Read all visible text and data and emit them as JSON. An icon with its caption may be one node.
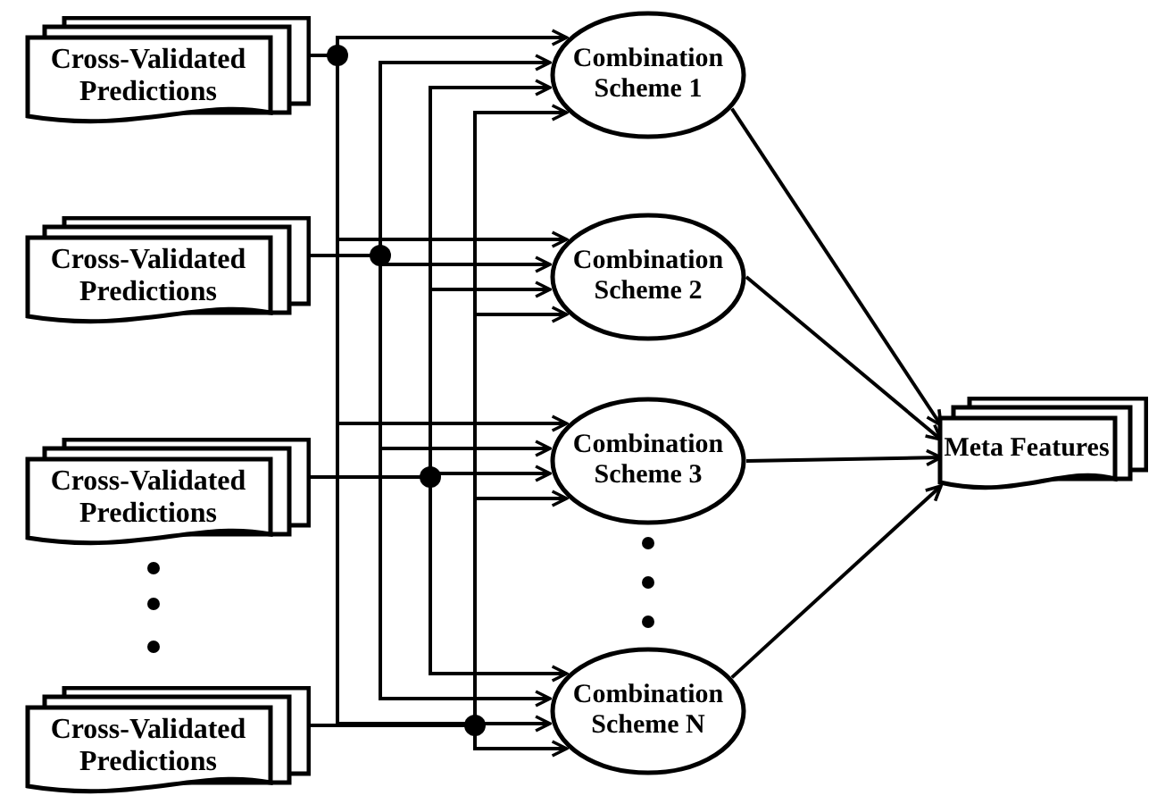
{
  "diagram": {
    "nodes": [
      {
        "text": [
          "Cross-Validated Predictions"
        ]
      },
      {
        "text": [
          "Cross-Validated Predictions"
        ]
      },
      {
        "text": [
          "Cross-Validated Predictions"
        ]
      },
      {
        "text": [
          "Cross-Validated Predictions"
        ]
      },
      {
        "text": [
          "Combination Scheme 1"
        ]
      },
      {
        "text": [
          "Combination Scheme 2"
        ]
      },
      {
        "text": [
          "Combination Scheme 3"
        ]
      },
      {
        "text": [
          "Combination Scheme N"
        ]
      },
      {
        "text": [
          "Meta Features"
        ]
      }
    ],
    "edges": [
      {
        "from": 0,
        "to": 4,
        "arrow": "to"
      },
      {
        "from": 0,
        "to": 5,
        "arrow": "to"
      },
      {
        "from": 0,
        "to": 6,
        "arrow": "to"
      },
      {
        "from": 0,
        "to": 7,
        "arrow": "to"
      },
      {
        "from": 1,
        "to": 4,
        "arrow": "to"
      },
      {
        "from": 1,
        "to": 5,
        "arrow": "to"
      },
      {
        "from": 1,
        "to": 6,
        "arrow": "to"
      },
      {
        "from": 1,
        "to": 7,
        "arrow": "to"
      },
      {
        "from": 2,
        "to": 4,
        "arrow": "to"
      },
      {
        "from": 2,
        "to": 5,
        "arrow": "to"
      },
      {
        "from": 2,
        "to": 6,
        "arrow": "to"
      },
      {
        "from": 2,
        "to": 7,
        "arrow": "to"
      },
      {
        "from": 3,
        "to": 4,
        "arrow": "to"
      },
      {
        "from": 3,
        "to": 5,
        "arrow": "to"
      },
      {
        "from": 3,
        "to": 6,
        "arrow": "to"
      },
      {
        "from": 3,
        "to": 7,
        "arrow": "to"
      },
      {
        "from": 4,
        "to": 8,
        "arrow": "to"
      },
      {
        "from": 5,
        "to": 8,
        "arrow": "to"
      },
      {
        "from": 6,
        "to": 8,
        "arrow": "to"
      },
      {
        "from": 7,
        "to": 8,
        "arrow": "to"
      }
    ]
  }
}
